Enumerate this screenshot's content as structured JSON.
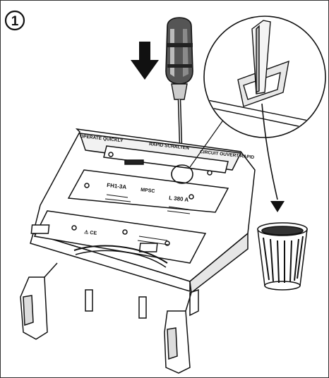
{
  "step": {
    "number": "1"
  },
  "device_labels": {
    "operate_quickly": "OPERATE QUICKLY",
    "rapid_schalten": "RÄPID SCHALTEN",
    "circuit_ouvert": "CIRCUIT OUVERT RAPID",
    "model": "FH1-3A",
    "current": "L 380 A",
    "badge": "MPSC",
    "ce_mark": "⚠ CE"
  },
  "colors": {
    "line": "#111111",
    "fill": "#ffffff",
    "shade": "#d8d8d8",
    "dark": "#222222"
  },
  "icons": [
    "arrow-down-icon",
    "screwdriver-icon",
    "magnifier-callout-icon",
    "trash-bin-icon"
  ]
}
